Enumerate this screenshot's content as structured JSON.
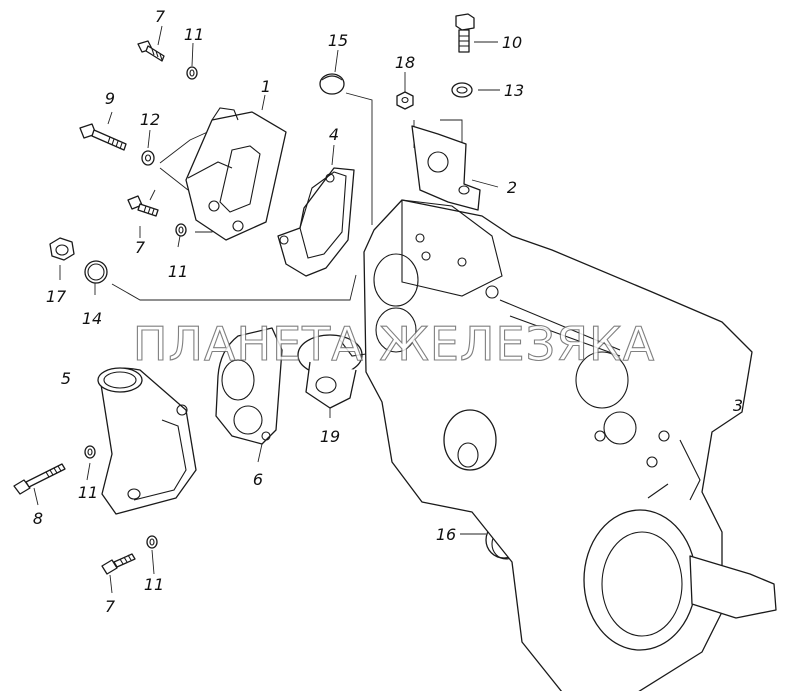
{
  "watermark": "ПЛАНЕТА ЖЕЛЕЗЯКА",
  "callouts": [
    {
      "id": "c7a",
      "label": "7"
    },
    {
      "id": "c11a",
      "label": "11"
    },
    {
      "id": "c15",
      "label": "15"
    },
    {
      "id": "c10",
      "label": "10"
    },
    {
      "id": "c18",
      "label": "18"
    },
    {
      "id": "c13",
      "label": "13"
    },
    {
      "id": "c1",
      "label": "1"
    },
    {
      "id": "c9",
      "label": "9"
    },
    {
      "id": "c12",
      "label": "12"
    },
    {
      "id": "c4",
      "label": "4"
    },
    {
      "id": "c2",
      "label": "2"
    },
    {
      "id": "c7b",
      "label": "7"
    },
    {
      "id": "c11b",
      "label": "11"
    },
    {
      "id": "c17",
      "label": "17"
    },
    {
      "id": "c14",
      "label": "14"
    },
    {
      "id": "c5",
      "label": "5"
    },
    {
      "id": "c3",
      "label": "3"
    },
    {
      "id": "c19",
      "label": "19"
    },
    {
      "id": "c6",
      "label": "6"
    },
    {
      "id": "c11c",
      "label": "11"
    },
    {
      "id": "c8",
      "label": "8"
    },
    {
      "id": "c16",
      "label": "16"
    },
    {
      "id": "c11d",
      "label": "11"
    },
    {
      "id": "c7c",
      "label": "7"
    }
  ]
}
